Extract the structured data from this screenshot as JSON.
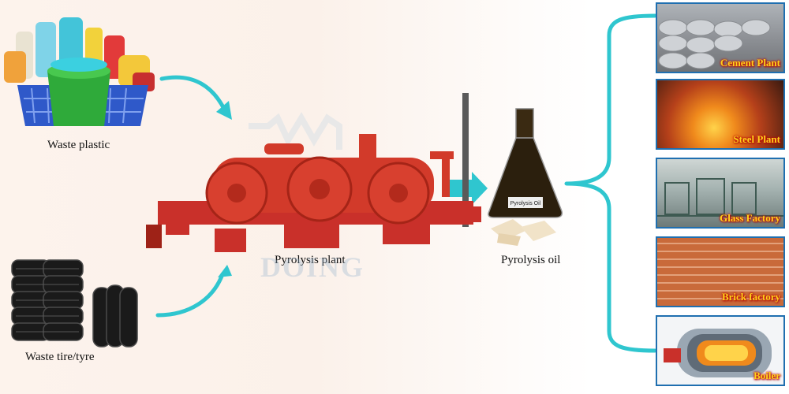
{
  "inputs": [
    {
      "label": "Waste plastic"
    },
    {
      "label": "Waste tire/tyre"
    }
  ],
  "process": {
    "label": "Pyrolysis plant",
    "watermark": "DOING"
  },
  "product": {
    "label": "Pyrolysis oil",
    "flask_label": "Pyrolysis Oil"
  },
  "applications": [
    {
      "label": "Cement Plant"
    },
    {
      "label": "Steel Plant"
    },
    {
      "label": "Glass Factory"
    },
    {
      "label": "Brick factory"
    },
    {
      "label": "Boiler"
    }
  ],
  "colors": {
    "arrow": "#2fc6cf",
    "panel_border": "#1f6fb0",
    "label_text": "#ffd21a",
    "machine": "#d23a2a"
  }
}
